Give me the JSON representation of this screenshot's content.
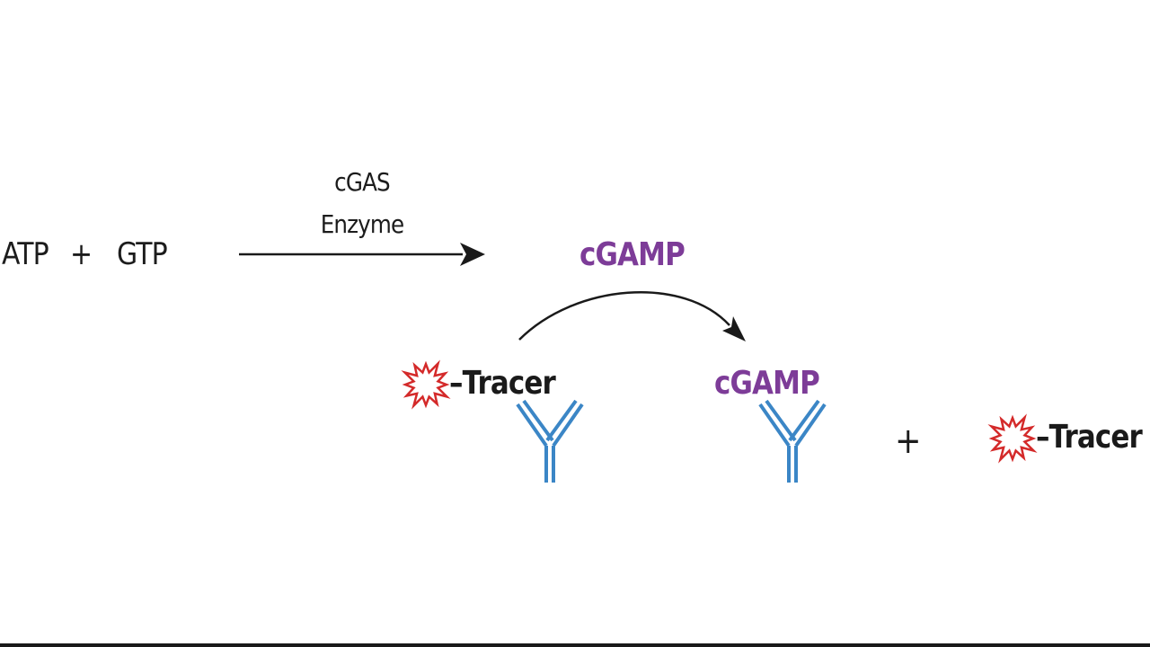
{
  "reaction": {
    "substrate_1": "ATP",
    "plus": "+",
    "substrate_2": "GTP",
    "enzyme_line_1": "cGAS",
    "enzyme_line_2": "Enzyme",
    "product": "cGAMP"
  },
  "assay": {
    "bound_tracer_label": "–Tracer",
    "bound_cgamp_label": "cGAMP",
    "plus": "+",
    "free_tracer_label": "–Tracer"
  },
  "colors": {
    "text": "#1a1a1a",
    "product": "#7d3c98",
    "tracer_star": "#d42a2a",
    "antibody": "#3b86c6",
    "arrow": "#1a1a1a"
  },
  "icons": {
    "tracer": "starburst-icon",
    "antibody": "antibody-icon"
  }
}
